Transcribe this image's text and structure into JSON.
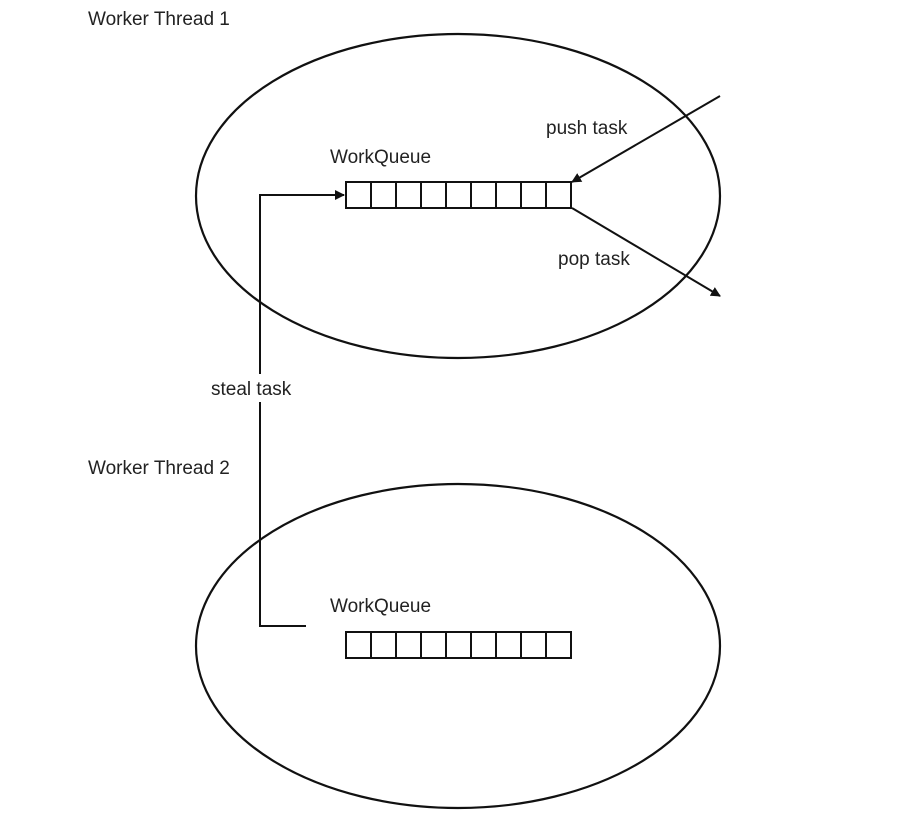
{
  "threads": [
    {
      "label": "Worker Thread 1",
      "queue_label": "WorkQueue",
      "queue_cells": 9
    },
    {
      "label": "Worker Thread 2",
      "queue_label": "WorkQueue",
      "queue_cells": 9
    }
  ],
  "edges": {
    "push": "push task",
    "pop": "pop task",
    "steal": "steal task"
  }
}
